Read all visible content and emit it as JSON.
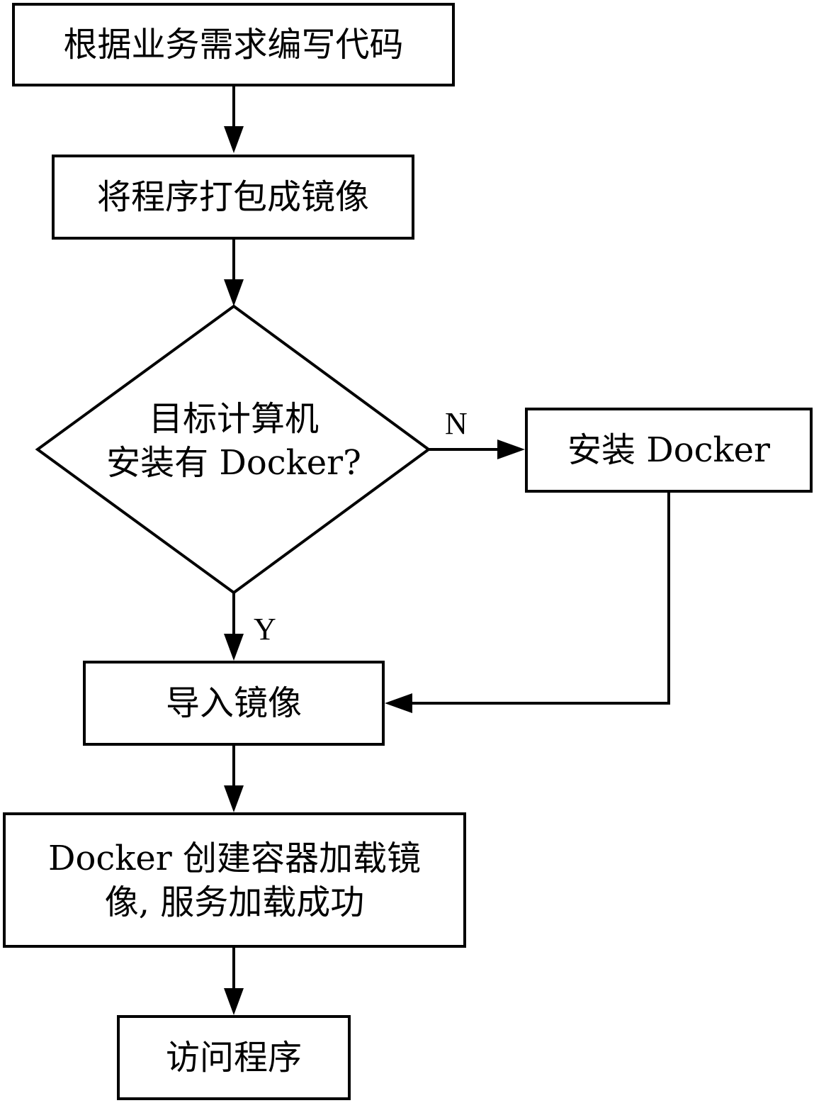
{
  "flowchart": {
    "steps": {
      "write_code": "根据业务需求编写代码",
      "package_image": "将程序打包成镜像",
      "decision_line1": "目标计算机",
      "decision_line2": "安装有 Docker?",
      "install_docker": "安装 Docker",
      "import_image": "导入镜像",
      "create_container_line1": "Docker 创建容器加载镜",
      "create_container_line2": "像, 服务加载成功",
      "access_program": "访问程序"
    },
    "branch_labels": {
      "no": "N",
      "yes": "Y"
    },
    "colors": {
      "stroke": "#000000",
      "background": "#ffffff"
    }
  }
}
